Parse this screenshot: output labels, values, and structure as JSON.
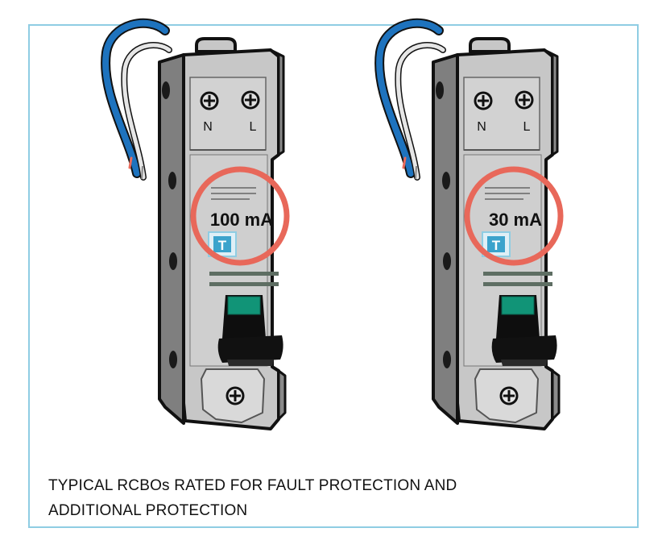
{
  "colors": {
    "frame": "#8fcde3",
    "wire_live": "#1e73be",
    "wire_neutral": "#e6e6e6",
    "body_main": "#c7c7c7",
    "body_dark": "#8a8a8a",
    "body_outline": "#111111",
    "highlight_ring": "#e8685a",
    "test_button": "#3ba3cc",
    "toggle_cap": "#119477"
  },
  "devices": [
    {
      "terminal_left": "N",
      "terminal_right": "L",
      "rating": "100 mA",
      "test_label": "T",
      "icons": [
        "screw-icon",
        "test-button-icon",
        "toggle-switch-icon"
      ]
    },
    {
      "terminal_left": "N",
      "terminal_right": "L",
      "rating": "30 mA",
      "test_label": "T",
      "icons": [
        "screw-icon",
        "test-button-icon",
        "toggle-switch-icon"
      ]
    }
  ],
  "caption": {
    "line1": "TYPICAL RCBOs RATED FOR FAULT PROTECTION AND",
    "line2": "ADDITIONAL PROTECTION"
  }
}
